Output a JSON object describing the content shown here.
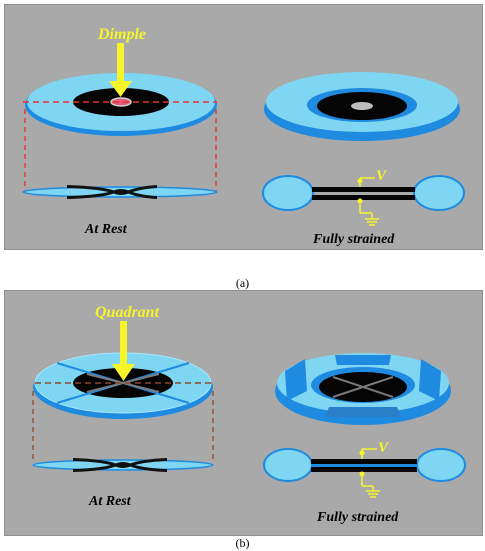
{
  "panel_a": {
    "pointer_label": "Dimple",
    "rest_label": "At Rest",
    "strained_label": "Fully strained",
    "voltage_label": "V",
    "caption": "(a)"
  },
  "panel_b": {
    "pointer_label": "Quadrant",
    "rest_label": "At Rest",
    "strained_label": "Fully strained",
    "voltage_label": "V",
    "caption": "(b)"
  },
  "colors": {
    "background": "#a9a9a9",
    "disc_light": "#7fd6f2",
    "disc_dark": "#1e8be0",
    "center_black": "#050505",
    "pointer_yellow": "#f5f52a",
    "dashed_red": "#e83232",
    "dashed_brown": "#8b4a2a"
  }
}
